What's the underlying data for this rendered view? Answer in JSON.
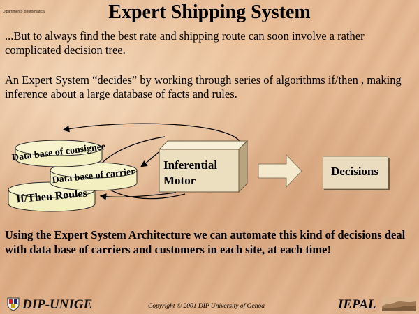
{
  "header": {
    "logo_small_text": "Dipartimento di Informatica",
    "title": "Expert Shipping System"
  },
  "body": {
    "paragraph1": "...But to  always find the best rate and shipping route can soon involve  a rather complicated decision tree.",
    "paragraph2": "An Expert System “decides” by working through series of algorithms if/then , making inference about a large database of facts and rules.",
    "paragraph3": "Using the Expert System Architecture  we can automate this kind  of decisions deal with data base of carriers and customers in each site, at each time!"
  },
  "diagram": {
    "drum1_label": "Data base of consignee",
    "drum2_label": "Data base of carrier",
    "drum3_label": "If/Then Roules",
    "engine_label_line1": "Inferential",
    "engine_label_line2": "Motor",
    "output_label": "Decisions",
    "colors": {
      "drum_fill": "#f3efc0",
      "box_front": "#ecdfbf",
      "box_top": "#f7efd7",
      "box_side": "#b8a47f",
      "arrow_fill": "#f4e9cc"
    }
  },
  "footer": {
    "left_text": "DIP-UNIGE",
    "copyright": "Copyright © 2001 DIP University of Genoa",
    "right_text": "IEPAL"
  }
}
